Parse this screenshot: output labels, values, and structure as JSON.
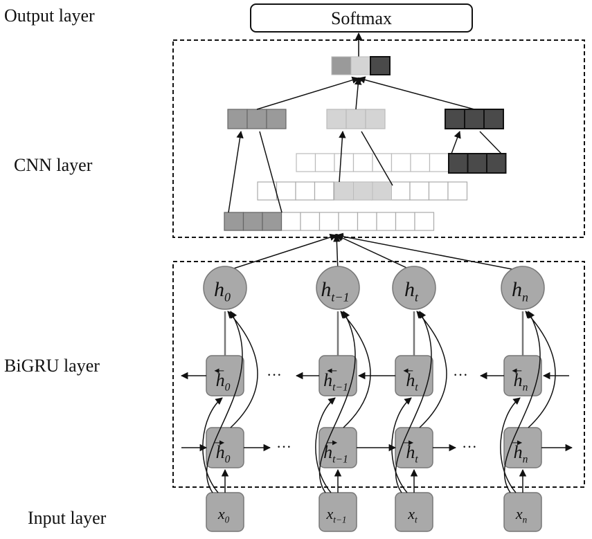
{
  "labels": {
    "output": "Output layer",
    "cnn": "CNN layer",
    "bigru": "BiGRU layer",
    "input": "Input layer"
  },
  "softmax": "Softmax",
  "ellipsis": "···",
  "hidden": [
    {
      "base": "h",
      "sub": "0"
    },
    {
      "base": "h",
      "sub": "t−1"
    },
    {
      "base": "h",
      "sub": "t"
    },
    {
      "base": "h",
      "sub": "n"
    }
  ],
  "inputs": [
    {
      "base": "x",
      "sub": "0"
    },
    {
      "base": "x",
      "sub": "t−1"
    },
    {
      "base": "x",
      "sub": "t"
    },
    {
      "base": "x",
      "sub": "n"
    }
  ],
  "colors": {
    "node": "#a9a9a9",
    "filter1": "#9a9a9a",
    "filter2": "#d4d4d4",
    "filter3": "#4a4a4a",
    "outline": "#111111"
  }
}
